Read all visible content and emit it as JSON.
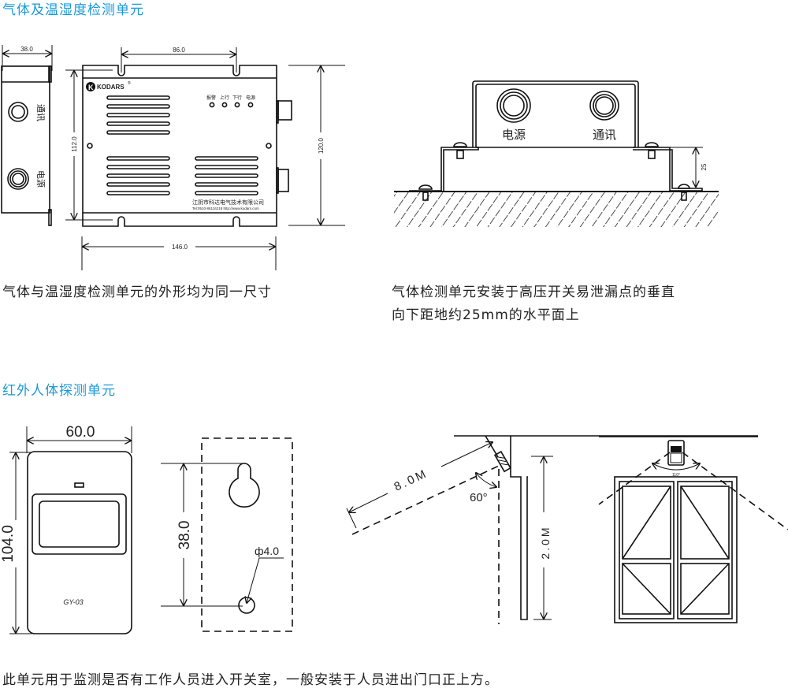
{
  "section1": {
    "heading": "气体及温湿度检测单元",
    "side_view": {
      "width_label": "38.0",
      "port_top_label": "通讯",
      "port_bottom_label": "电源"
    },
    "front_view": {
      "brand": "KODARS",
      "registered_mark": "®",
      "indicators": [
        "报警",
        "上行",
        "下行",
        "电源"
      ],
      "company": "江阴市科达电气技术有限公司",
      "contact": "Tel:0510-86116218  http://www.kodars.com",
      "dim_slot_spacing": "86.0",
      "dim_inner_height": "112.0",
      "dim_outer_height": "120.0",
      "dim_width": "146.0"
    },
    "caption_left": "气体与温湿度检测单元的外形均为同一尺寸",
    "install_view": {
      "port_left_label": "电源",
      "port_right_label": "通讯",
      "dim_height": "25"
    },
    "caption_right_line1": "气体检测单元安装于高压开关易泄漏点的垂直",
    "caption_right_line2": "向下距地约25mm的水平面上"
  },
  "section2": {
    "heading": "红外人体探测单元",
    "front_view": {
      "dim_width": "60.0",
      "dim_height": "104.0",
      "model": "GY-03"
    },
    "back_view": {
      "dim_hole_spacing": "38.0",
      "dim_hole_diameter": "ф4.0"
    },
    "side_install": {
      "range": "8.0M",
      "angle": "60°",
      "height": "2.0M"
    },
    "front_install": {
      "angle": "110°"
    },
    "caption": "此单元用于监测是否有工作人员进入开关室，一般安装于人员进出门口正上方。"
  },
  "colors": {
    "heading": "#1a9ad8",
    "line": "#111111"
  }
}
